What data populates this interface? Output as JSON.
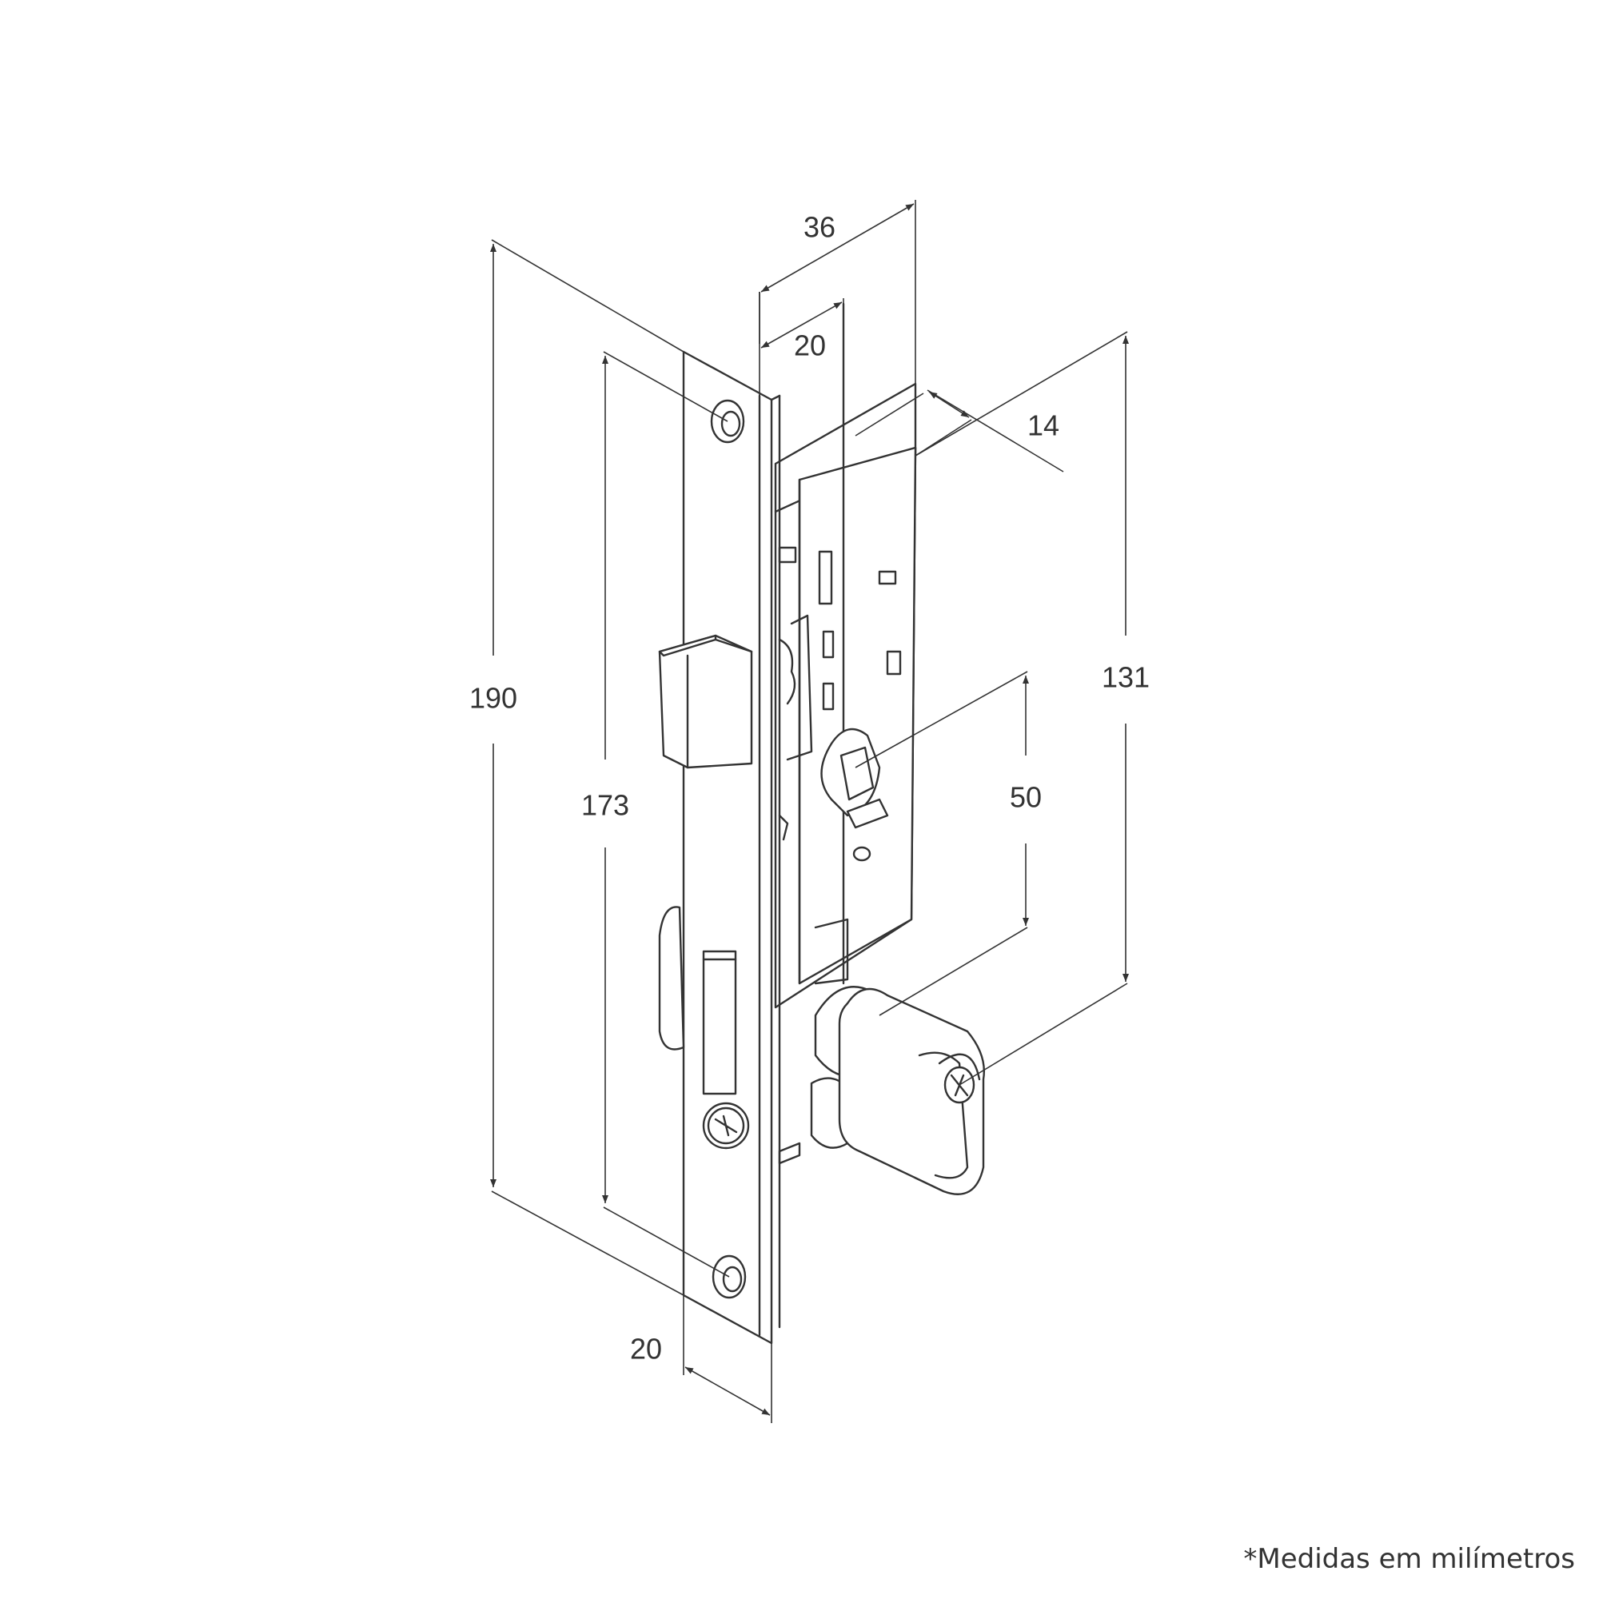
{
  "dimensions": {
    "overall_height": "190",
    "fixing_centers": "173",
    "faceplate_width": "20",
    "backset_to_case": "20",
    "case_depth": "36",
    "case_thickness": "14",
    "cylinder_to_handle": "50",
    "total_case_height": "131"
  },
  "note": "*Medidas em milímetros",
  "colors": {
    "line": "#333333",
    "background": "#ffffff"
  }
}
